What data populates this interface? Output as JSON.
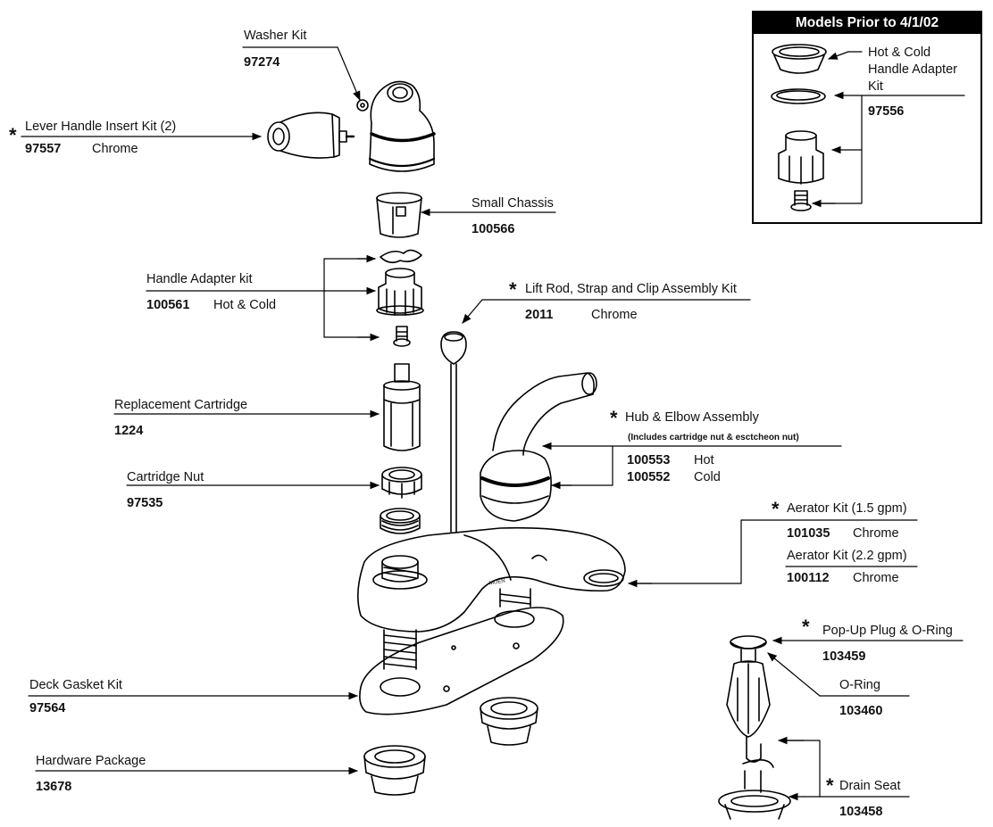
{
  "inset": {
    "title": "Models Prior to 4/1/02",
    "label_line1": "Hot & Cold",
    "label_line2": "Handle Adapter",
    "label_line3": "Kit",
    "part_no": "97556"
  },
  "washer_kit": {
    "label": "Washer Kit",
    "part_no": "97274"
  },
  "lever_handle": {
    "asterisk": "*",
    "label": "Lever Handle Insert Kit (2)",
    "part_no": "97557",
    "finish": "Chrome"
  },
  "small_chassis": {
    "label": "Small Chassis",
    "part_no": "100566"
  },
  "handle_adapter": {
    "label": "Handle Adapter kit",
    "part_no": "100561",
    "finish": "Hot & Cold"
  },
  "lift_rod": {
    "asterisk": "*",
    "label": "Lift Rod, Strap and Clip Assembly Kit",
    "part_no": "2011",
    "finish": "Chrome"
  },
  "cartridge": {
    "label": "Replacement Cartridge",
    "part_no": "1224"
  },
  "hub_elbow": {
    "asterisk": "*",
    "label": "Hub & Elbow Assembly",
    "note": "(Includes cartridge nut & esctcheon nut)",
    "hot_no": "100553",
    "hot_label": "Hot",
    "cold_no": "100552",
    "cold_label": "Cold"
  },
  "cartridge_nut": {
    "label": "Cartridge Nut",
    "part_no": "97535"
  },
  "aerator": {
    "asterisk": "*",
    "label1": "Aerator Kit (1.5 gpm)",
    "no1": "101035",
    "finish1": "Chrome",
    "label2": "Aerator Kit (2.2 gpm)",
    "no2": "100112",
    "finish2": "Chrome"
  },
  "popup_plug": {
    "asterisk": "*",
    "label": "Pop-Up Plug & O-Ring",
    "part_no": "103459"
  },
  "oring": {
    "label": "O-Ring",
    "part_no": "103460"
  },
  "deck_gasket": {
    "label": "Deck Gasket Kit",
    "part_no": "97564"
  },
  "hardware": {
    "label": "Hardware Package",
    "part_no": "13678"
  },
  "drain_seat": {
    "asterisk": "*",
    "label": "Drain Seat",
    "part_no": "103458"
  },
  "faucet_brand": "MOEN"
}
